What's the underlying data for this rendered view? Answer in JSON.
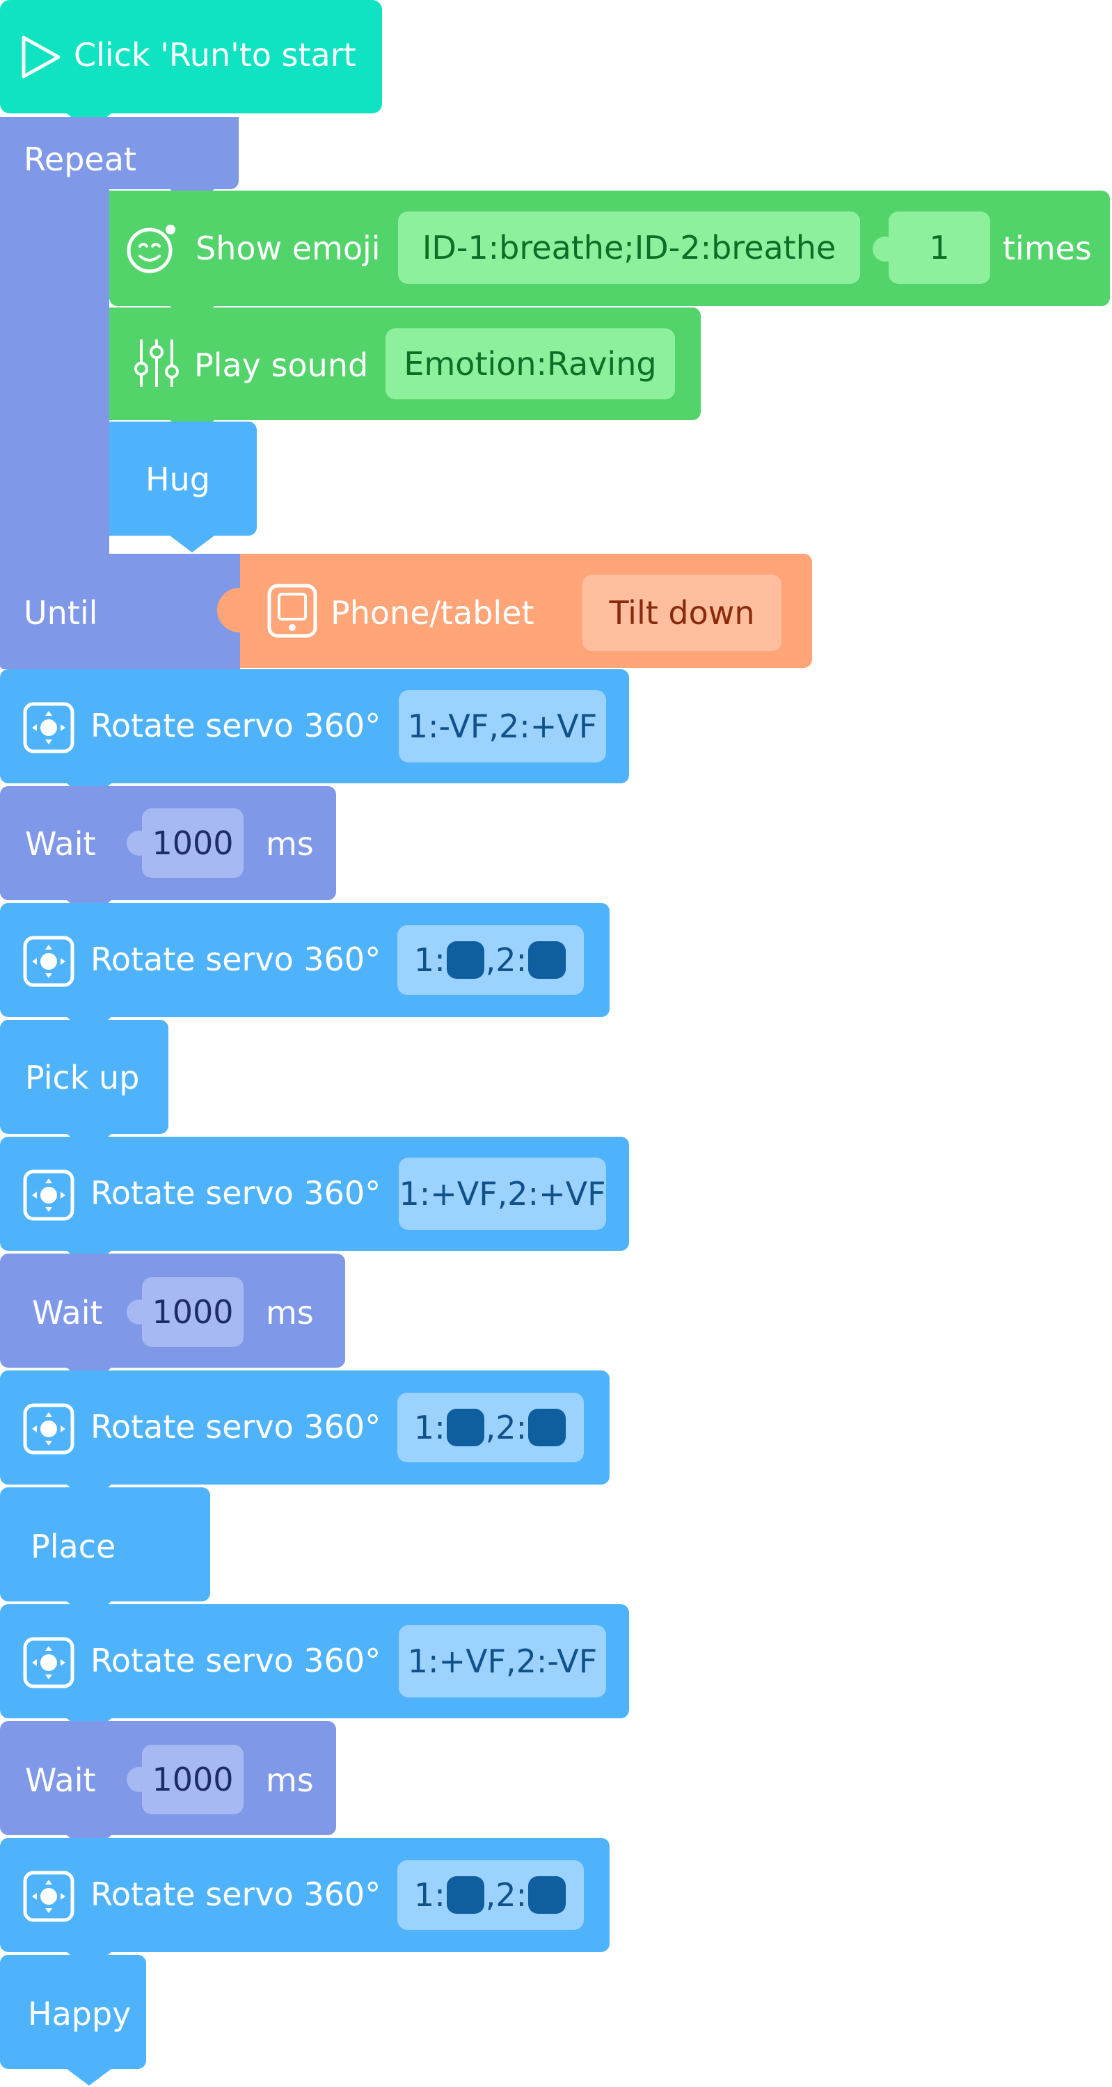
{
  "colors": {
    "start": "#0fe3c2",
    "control": "#7f99e8",
    "looks": "#52d46a",
    "looks_field": "#8ef09c",
    "sensor": "#ffa577",
    "sensor_field": "#ffbf9e",
    "motion": "#4fb3fb",
    "motion_field": "#9bd3fe",
    "servo_square": "#0f5fa0"
  },
  "start": {
    "label": "Click 'Run'to start",
    "icon": "play-icon"
  },
  "repeat": {
    "label": "Repeat",
    "until_label": "Until"
  },
  "show_emoji": {
    "label": "Show emoji",
    "value": "ID-1:breathe;ID-2:breathe",
    "times_value": "1",
    "times_label": "times",
    "icon": "emoji-face-icon"
  },
  "play_sound": {
    "label": "Play sound",
    "value": "Emotion:Raving",
    "icon": "sliders-icon"
  },
  "hug": {
    "label": "Hug"
  },
  "until_condition": {
    "label": "Phone/tablet",
    "value": "Tilt down",
    "icon": "tablet-icon"
  },
  "servo1": {
    "label": "Rotate servo 360°",
    "value": "1:-VF,2:+VF",
    "icon": "servo-icon"
  },
  "wait1": {
    "label": "Wait",
    "value": "1000",
    "unit": "ms"
  },
  "servo2": {
    "label": "Rotate servo 360°",
    "value_prefix1": "1:",
    "value_prefix2": ",2:",
    "icon": "servo-icon"
  },
  "pickup": {
    "label": "Pick up"
  },
  "servo3": {
    "label": "Rotate servo 360°",
    "value": "1:+VF,2:+VF",
    "icon": "servo-icon"
  },
  "wait2": {
    "label": "Wait",
    "value": "1000",
    "unit": "ms"
  },
  "servo4": {
    "label": "Rotate servo 360°",
    "value_prefix1": "1:",
    "value_prefix2": ",2:",
    "icon": "servo-icon"
  },
  "place": {
    "label": "Place"
  },
  "servo5": {
    "label": "Rotate servo 360°",
    "value": "1:+VF,2:-VF",
    "icon": "servo-icon"
  },
  "wait3": {
    "label": "Wait",
    "value": "1000",
    "unit": "ms"
  },
  "servo6": {
    "label": "Rotate servo 360°",
    "value_prefix1": "1:",
    "value_prefix2": ",2:",
    "icon": "servo-icon"
  },
  "happy": {
    "label": "Happy"
  }
}
